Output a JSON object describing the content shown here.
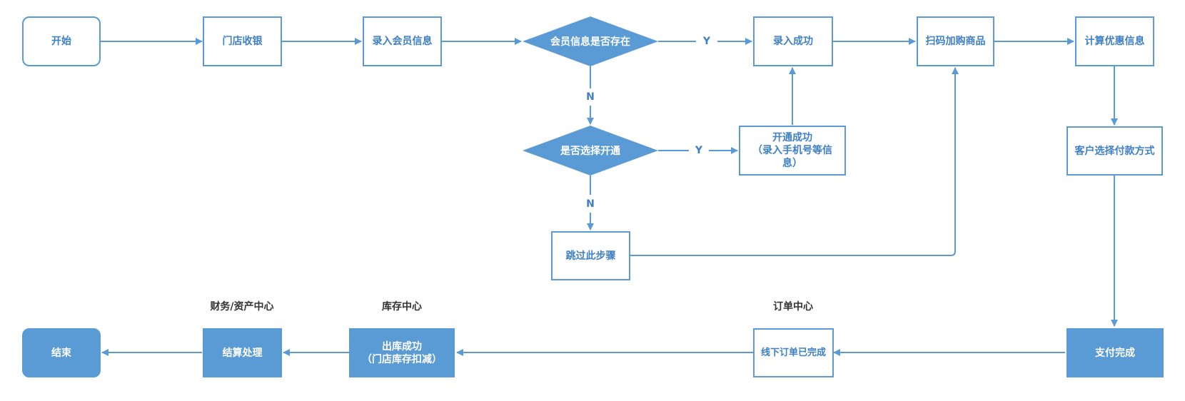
{
  "nodes": {
    "start": "开始",
    "cashier": "门店收银",
    "enter_member": "录入会员信息",
    "member_exists": "会员信息是否存在",
    "enter_success": "录入成功",
    "scan_goods": "扫码加购商品",
    "calc_discount": "计算优惠信息",
    "choose_open": "是否选择开通",
    "open_success": "开通成功\n（录入手机号等信\n息）",
    "skip_step": "跳过此步骤",
    "choose_payment": "客户选择付款方式",
    "pay_done": "支付完成",
    "offline_order_done": "线下订单已完成",
    "outbound_success": "出库成功\n（门店库存扣减）",
    "settlement": "结算处理",
    "end": "结束"
  },
  "edge_labels": {
    "yes_1": "Y",
    "no_1": "N",
    "yes_2": "Y",
    "no_2": "N"
  },
  "groups": {
    "finance": "财务/资产中心",
    "inventory": "库存中心",
    "order": "订单中心"
  },
  "colors": {
    "primary": "#5b9bd5",
    "text": "#3f7fc4"
  }
}
